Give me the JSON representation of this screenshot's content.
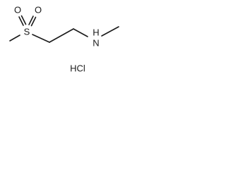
{
  "structure": {
    "atoms": {
      "sulfur": "S",
      "oxygen_left": "O",
      "oxygen_right": "O",
      "nitrogen": "N",
      "hydrogen_on_nitrogen": "H"
    },
    "salt": "HCl"
  }
}
